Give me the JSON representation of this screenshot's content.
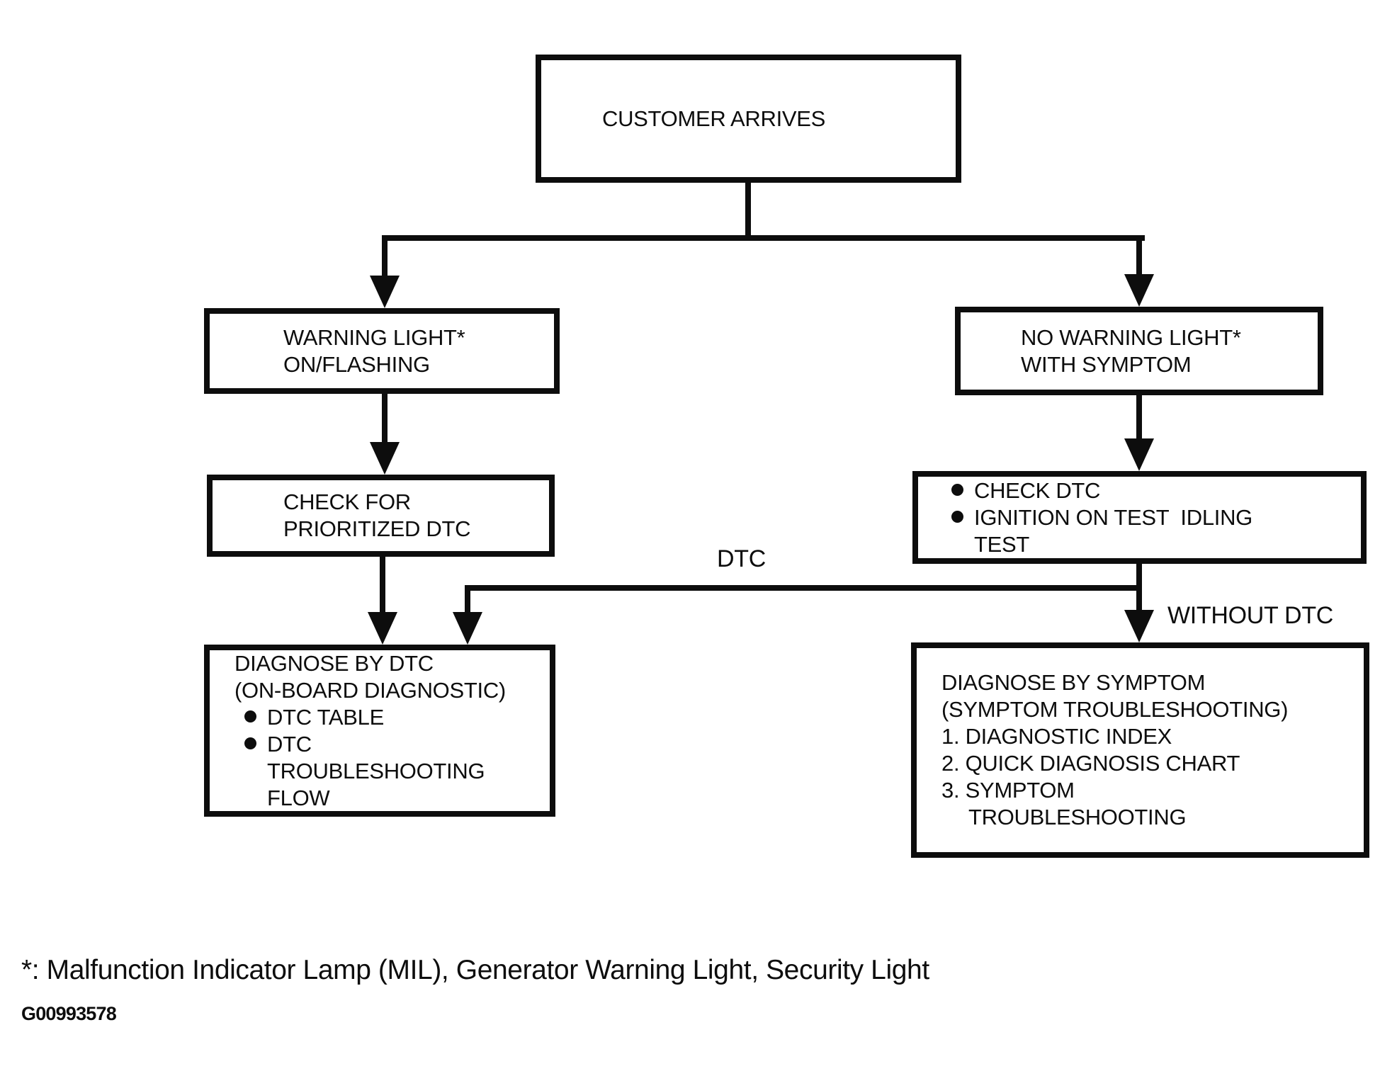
{
  "colors": {
    "ink": "#0d0d0d",
    "paper": "#ffffff"
  },
  "nodes": {
    "customer_arrives": {
      "lines": [
        "CUSTOMER ARRIVES"
      ]
    },
    "warning_light": {
      "lines": [
        "WARNING LIGHT*",
        "ON/FLASHING"
      ]
    },
    "no_warning_light": {
      "lines": [
        "NO WARNING LIGHT*",
        "WITH SYMPTOM"
      ]
    },
    "check_prioritized_dtc": {
      "lines": [
        "CHECK FOR",
        "PRIORITIZED DTC"
      ]
    },
    "check_dtc": {
      "lines": [
        "CHECK DTC",
        "IGNITION ON TEST  IDLING",
        "TEST"
      ]
    },
    "diagnose_by_dtc": {
      "lines": [
        "DIAGNOSE BY DTC",
        "(ON-BOARD DIAGNOSTIC)",
        "DTC TABLE",
        "DTC",
        "TROUBLESHOOTING",
        "FLOW"
      ]
    },
    "diagnose_by_symptom": {
      "lines": [
        "DIAGNOSE BY SYMPTOM",
        "(SYMPTOM TROUBLESHOOTING)",
        "1. DIAGNOSTIC INDEX",
        "2. QUICK DIAGNOSIS CHART",
        "3. SYMPTOM",
        "TROUBLESHOOTING"
      ]
    }
  },
  "edge_labels": {
    "dtc": "DTC",
    "without_dtc": "WITHOUT DTC"
  },
  "footnote": "*: Malfunction Indicator Lamp (MIL), Generator Warning Light, Security Light",
  "figure_code": "G00993578"
}
